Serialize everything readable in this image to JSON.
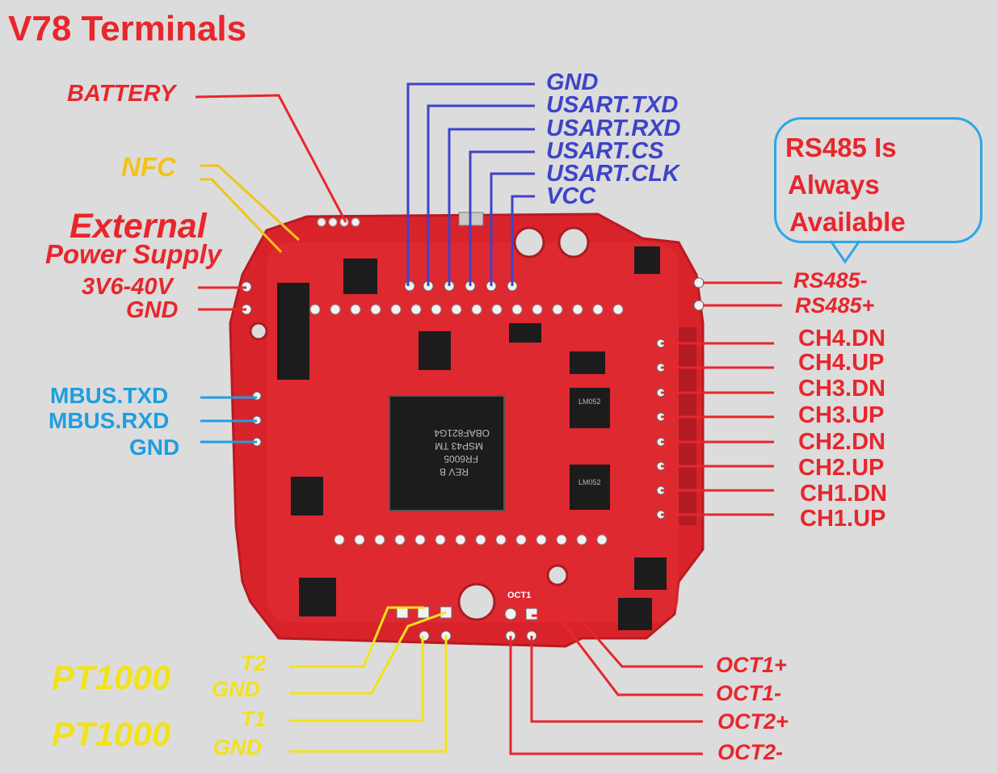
{
  "title": "V78 Terminals",
  "left_labels": {
    "battery": "BATTERY",
    "nfc": "NFC",
    "external": "External",
    "power_supply": "Power Supply",
    "v_range": "3V6-40V",
    "gnd": "GND"
  },
  "mbus": [
    "MBUS.TXD",
    "MBUS.RXD",
    "GND"
  ],
  "usart": [
    "GND",
    "USART.TXD",
    "USART.RXD",
    "USART.CS",
    "USART.CLK",
    "VCC"
  ],
  "rs485_note": [
    "RS485 Is",
    "Always",
    "Available"
  ],
  "rs485": [
    "RS485-",
    "RS485+"
  ],
  "channels": [
    "CH4.DN",
    "CH4.UP",
    "CH3.DN",
    "CH3.UP",
    "CH2.DN",
    "CH2.UP",
    "CH1.DN",
    "CH1.UP"
  ],
  "pt1000": {
    "label1": "PT1000",
    "t2": "T2",
    "gnd1": "GND",
    "label2": "PT1000",
    "t1": "T1",
    "gnd2": "GND"
  },
  "oct": [
    "OCT1+",
    "OCT1-",
    "OCT2+",
    "OCT2-"
  ],
  "board_markings": {
    "mcu_line1": "REV B",
    "mcu_line2": "FR6005",
    "mcu_line3": "MSP43 TM",
    "mcu_line4": "OBAF821G4",
    "ic_a": "LM052",
    "ic_b": "LM052",
    "oct_silk": "OCT1"
  },
  "colors": {
    "red": "#e8262c",
    "blue": "#3d44c9",
    "cyan": "#1f9ee0",
    "yellow": "#f2e21a",
    "pcb": "#d9232b"
  }
}
